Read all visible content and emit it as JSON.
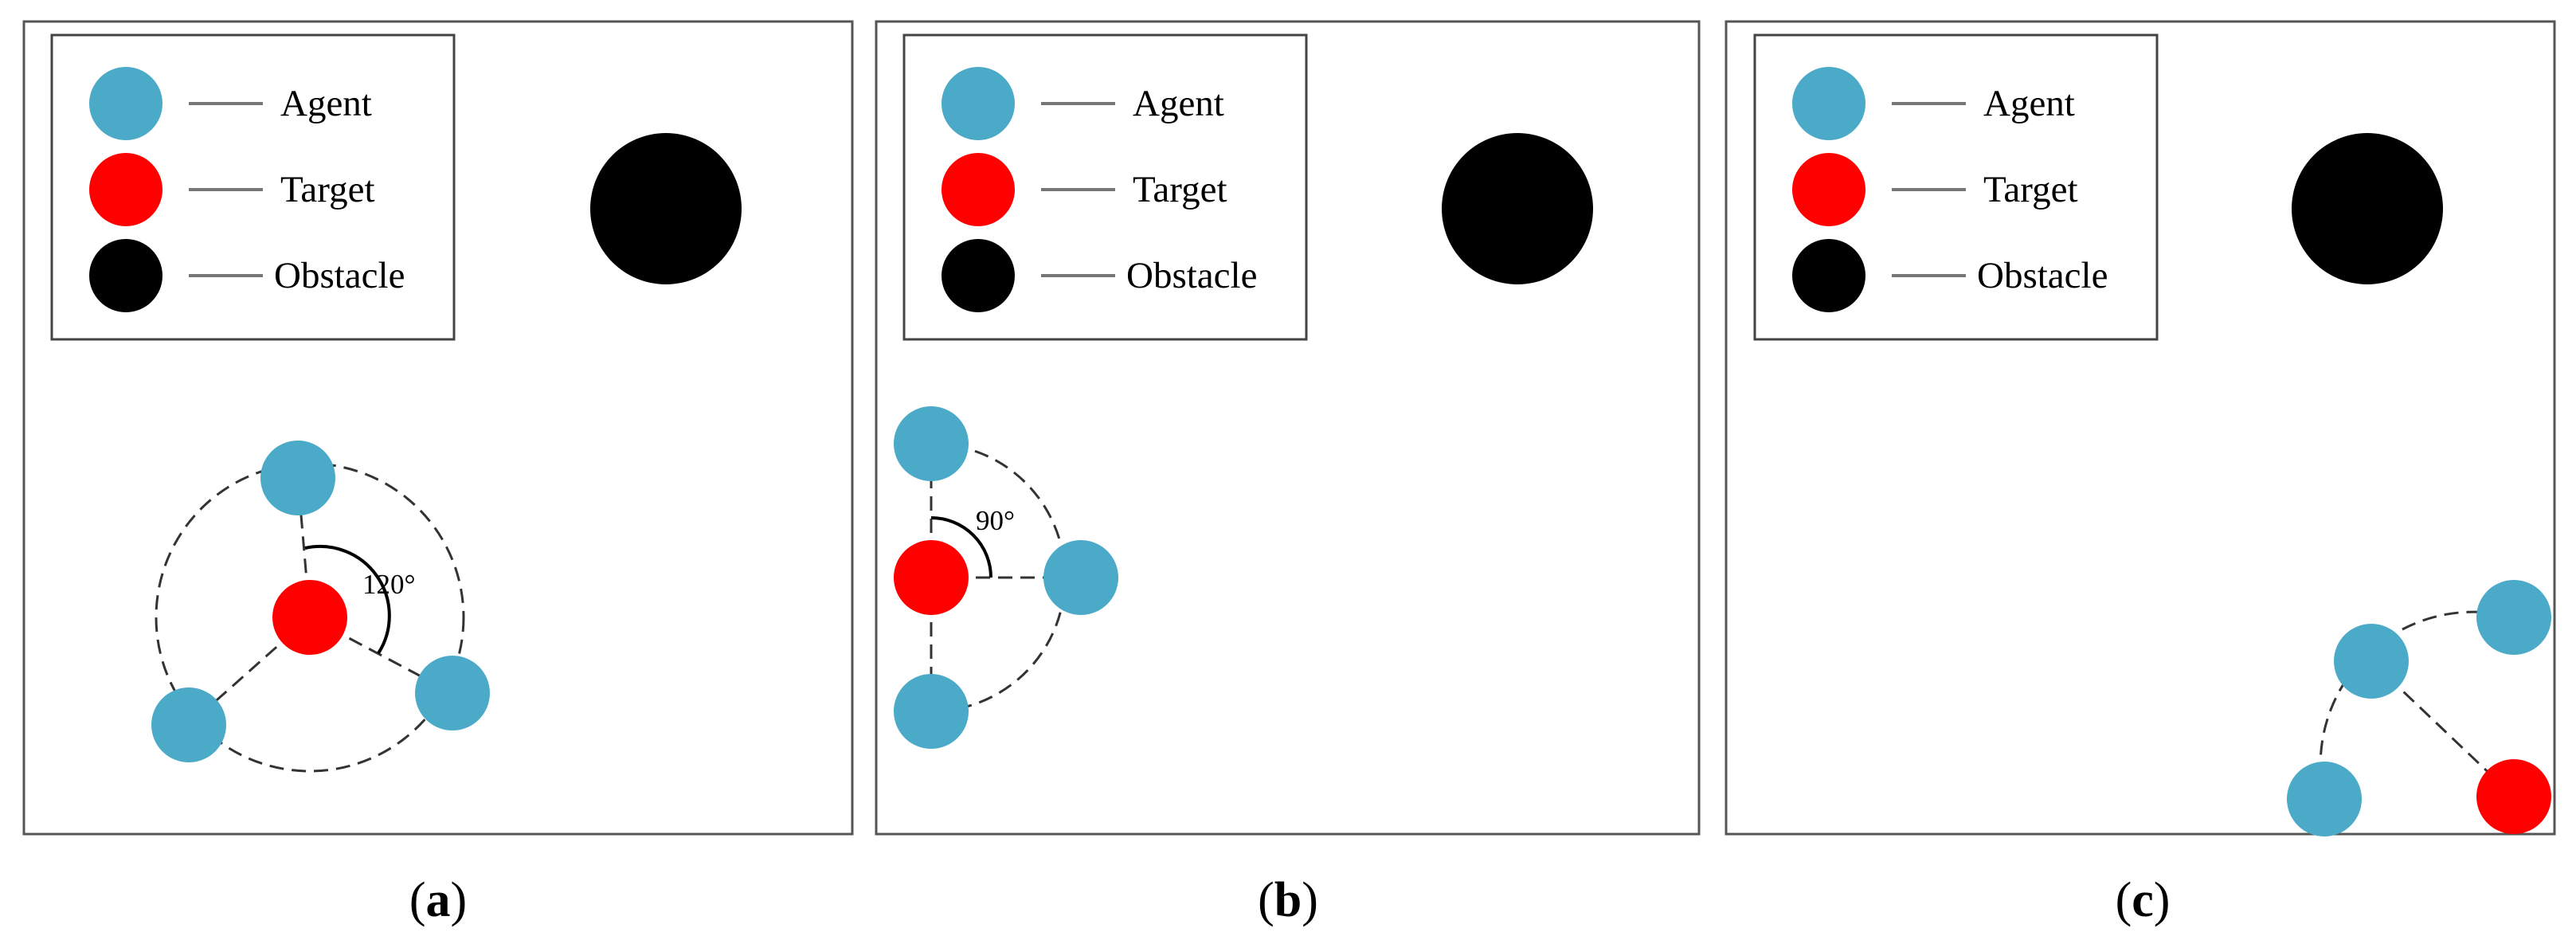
{
  "legend": {
    "agent": "Agent",
    "target": "Target",
    "obstacle": "Obstacle"
  },
  "colors": {
    "agent": "#4aaac7",
    "target": "#ff0000",
    "obstacle": "#000000"
  },
  "panels": [
    {
      "id": "a",
      "caption_open": "(",
      "caption_letter": "a",
      "caption_close": ")",
      "angle_label": "120°"
    },
    {
      "id": "b",
      "caption_open": "(",
      "caption_letter": "b",
      "caption_close": ")",
      "angle_label": "90°"
    },
    {
      "id": "c",
      "caption_open": "(",
      "caption_letter": "c",
      "caption_close": ")",
      "angle_label": ""
    }
  ]
}
